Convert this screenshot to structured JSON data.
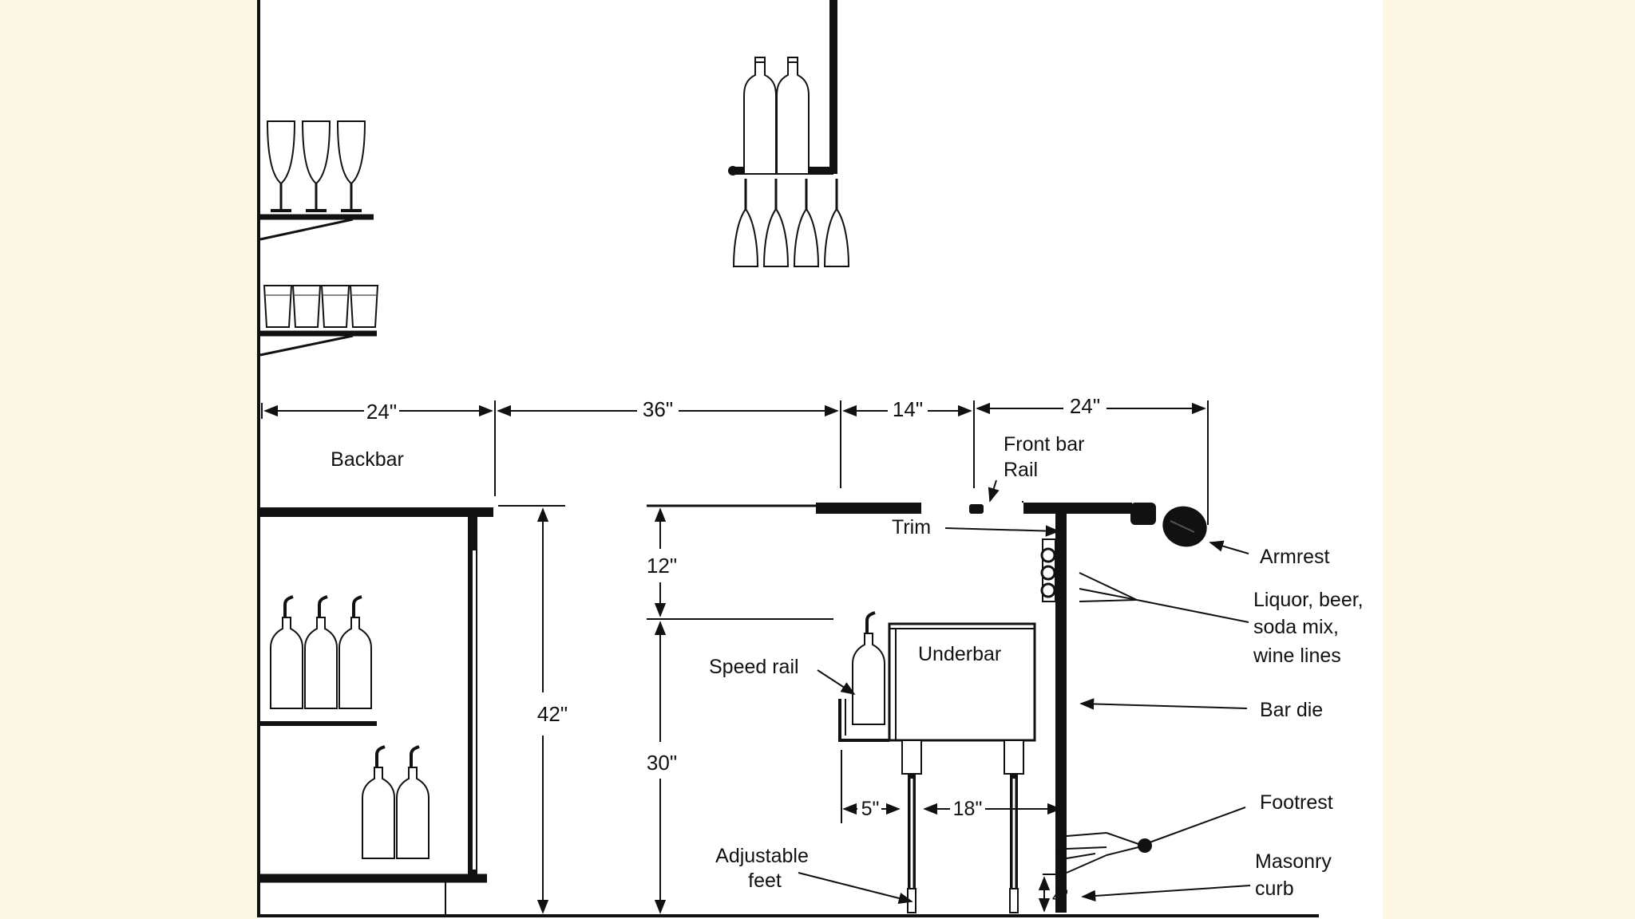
{
  "diagram": {
    "dimensions": {
      "backbar_depth": "24\"",
      "workspace": "36\"",
      "underbar_to_front": "14\"",
      "front_bar_depth": "24\"",
      "upper_height": "12\"",
      "work_height": "30\"",
      "bar_height": "42\"",
      "speed_rail_depth": "5\"",
      "underbar_depth": "18\"",
      "curb_height": "4\""
    },
    "labels": {
      "backbar": "Backbar",
      "front_bar_rail": [
        "Front bar",
        "Rail"
      ],
      "trim": "Trim",
      "armrest": "Armrest",
      "lines": [
        "Liquor, beer,",
        "soda mix,",
        "wine lines"
      ],
      "underbar": "Underbar",
      "speed_rail": "Speed rail",
      "bar_die": "Bar die",
      "footrest": "Footrest",
      "adjustable_feet": [
        "Adjustable",
        "feet"
      ],
      "masonry_curb": [
        "Masonry",
        "curb"
      ]
    }
  }
}
